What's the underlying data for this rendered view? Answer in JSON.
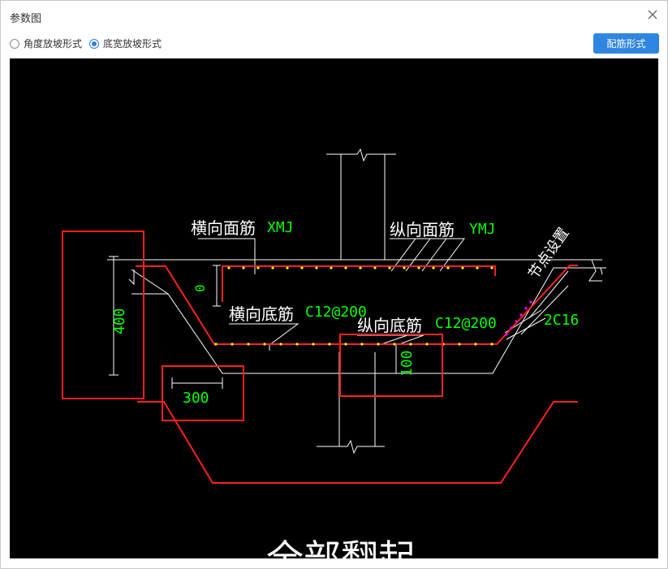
{
  "window": {
    "title": "参数图"
  },
  "options": [
    {
      "label": "角度放坡形式",
      "selected": false
    },
    {
      "label": "底宽放坡形式",
      "selected": true
    }
  ],
  "toolbar": {
    "rebar_button": "配筋形式"
  },
  "drawing": {
    "label_top_transverse": "横向面筋",
    "label_top_transverse_value": "XMJ",
    "label_top_longitudinal": "纵向面筋",
    "label_top_longitudinal_value": "YMJ",
    "label_node": "节点设置",
    "label_bottom_transverse": "横向底筋",
    "label_bottom_transverse_value": "C12@200",
    "label_bottom_longitudinal": "纵向底筋",
    "label_bottom_longitudinal_value": "C12@200",
    "label_corner_bars": "2C16",
    "dim_zero": "0",
    "dim_height": "400",
    "dim_width": "300",
    "dim_offset": "100",
    "caption": "全部翻起"
  },
  "colors": {
    "accent": "#2f86e0",
    "cad_text": "#00ff00",
    "highlight": "#ff2020",
    "rebar": "#ffff00",
    "node_marker": "#ff00ff"
  }
}
